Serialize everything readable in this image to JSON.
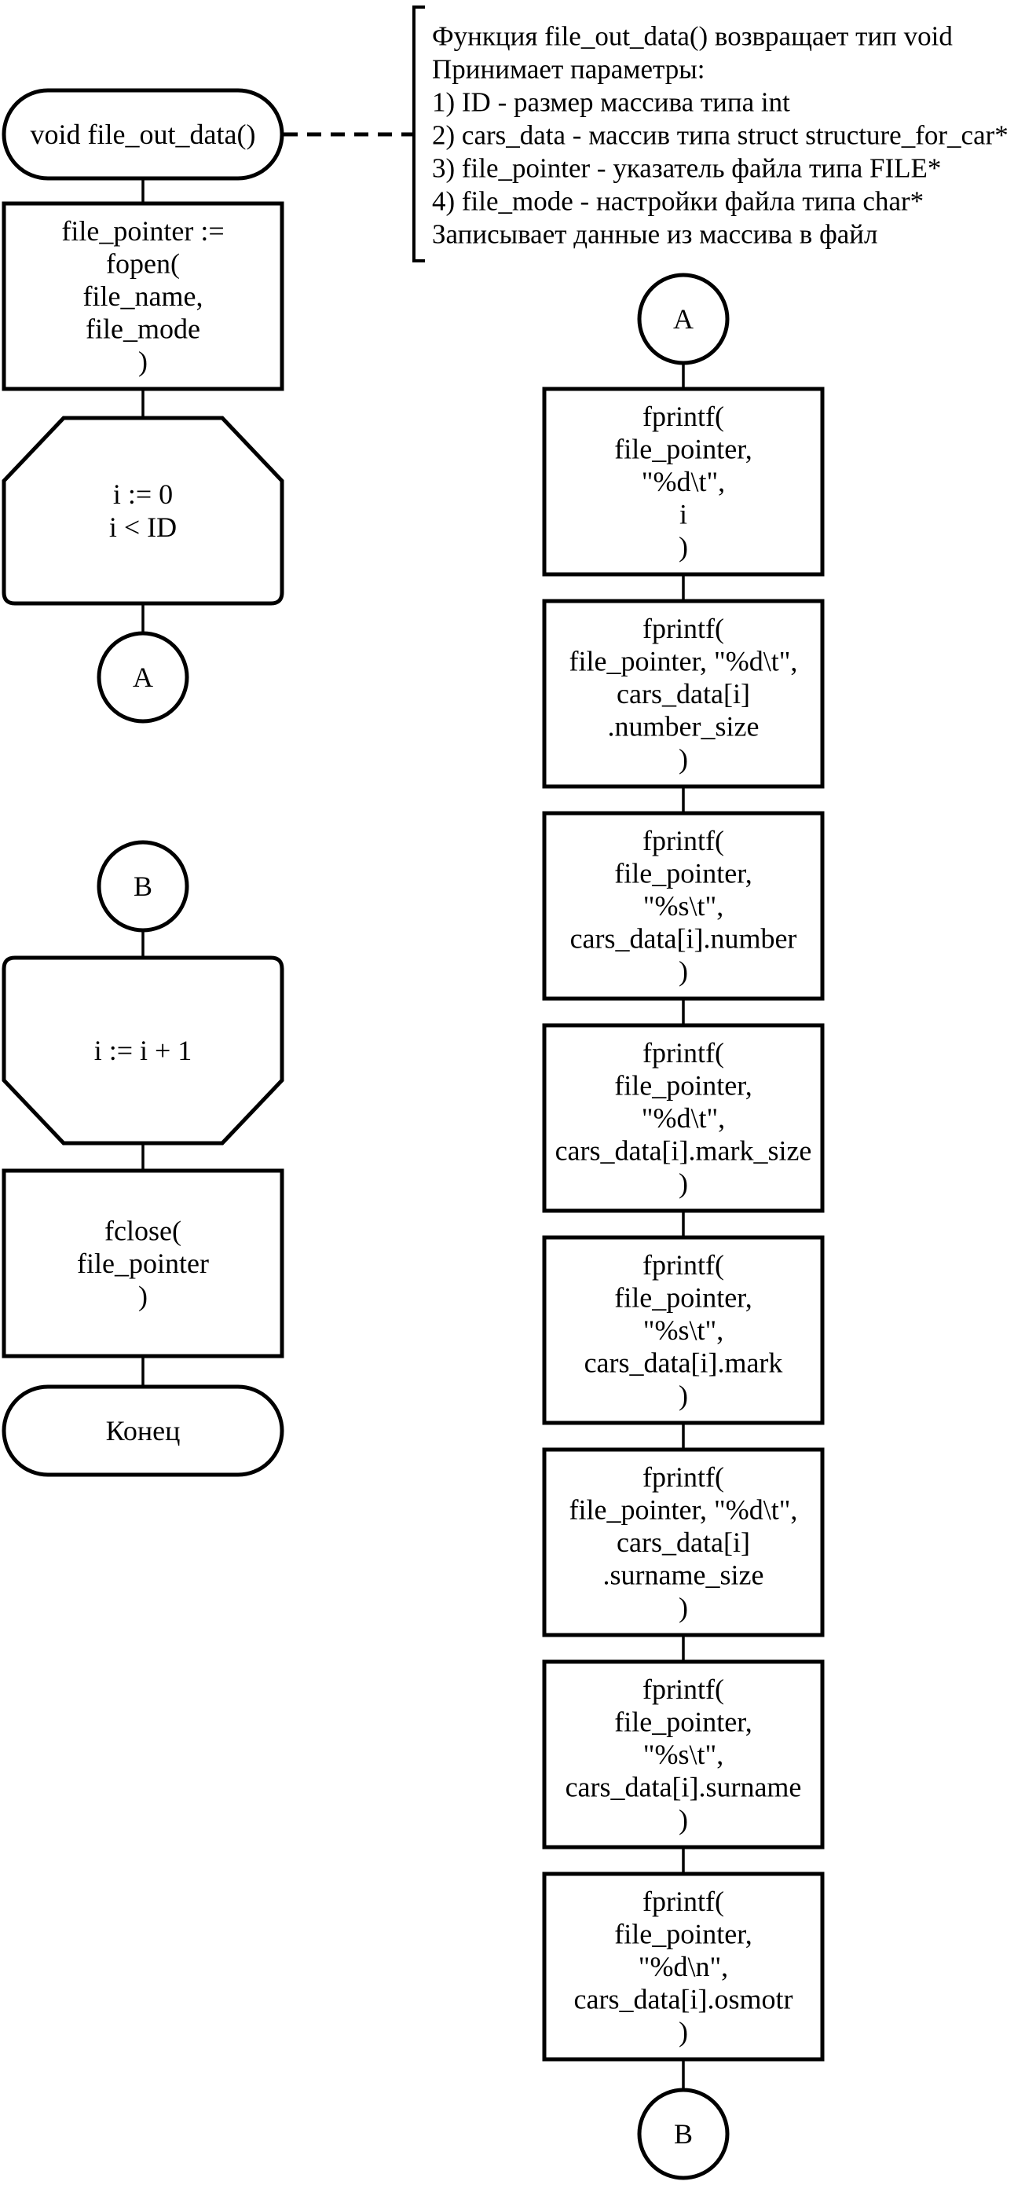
{
  "annotation": {
    "lines": [
      "Функция file_out_data() возвращает тип void",
      "Принимает параметры:",
      "1) ID - размер массива типа int",
      "2) cars_data - массив типа struct structure_for_car*",
      "3) file_pointer - указатель файла типа FILE*",
      "4) file_mode - настройки файла типа char*",
      "Записывает данные из массива в файл"
    ]
  },
  "left": {
    "start": "void file_out_data()",
    "fopen_block": [
      "file_pointer :=",
      "fopen(",
      "file_name,",
      "file_mode",
      ")"
    ],
    "loop_start": [
      "i := 0",
      "i < ID"
    ],
    "connector_a": "A",
    "connector_b": "B",
    "loop_end": [
      "i := i + 1"
    ],
    "fclose_block": [
      "fclose(",
      "file_pointer",
      ")"
    ],
    "end": "Конец"
  },
  "right": {
    "connector_a": "A",
    "blocks": [
      [
        "fprintf(",
        "file_pointer,",
        "\"%d\\t\",",
        "i",
        ")"
      ],
      [
        "fprintf(",
        "file_pointer, \"%d\\t\",",
        "cars_data[i]",
        ".number_size",
        ")"
      ],
      [
        "fprintf(",
        "file_pointer,",
        "\"%s\\t\",",
        "cars_data[i].number",
        ")"
      ],
      [
        "fprintf(",
        "file_pointer,",
        "\"%d\\t\",",
        "cars_data[i].mark_size",
        ")"
      ],
      [
        "fprintf(",
        "file_pointer,",
        "\"%s\\t\",",
        "cars_data[i].mark",
        ")"
      ],
      [
        "fprintf(",
        "file_pointer, \"%d\\t\",",
        "cars_data[i]",
        ".surname_size",
        ")"
      ],
      [
        "fprintf(",
        "file_pointer,",
        "\"%s\\t\",",
        "cars_data[i].surname",
        ")"
      ],
      [
        "fprintf(",
        "file_pointer,",
        "\"%d\\n\",",
        "cars_data[i].osmotr",
        ")"
      ]
    ],
    "connector_b": "B"
  }
}
